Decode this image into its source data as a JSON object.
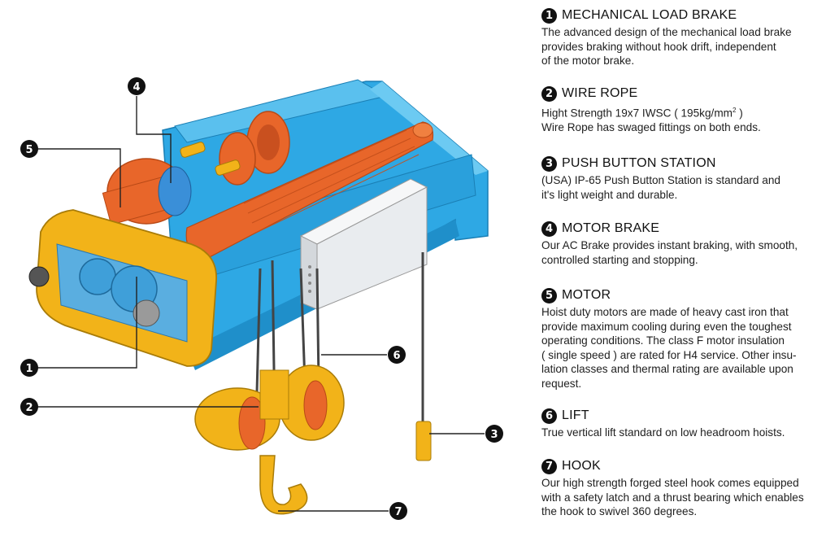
{
  "features": [
    {
      "number": "1",
      "title": "MECHANICAL LOAD BRAKE",
      "description": "The advanced design of the mechanical load brake\nprovides braking without hook drift, independent\nof the motor brake."
    },
    {
      "number": "2",
      "title": "WIRE ROPE",
      "description_before_sup": "Hight Strength 19x7  IWSC ( 195kg/mm",
      "description_sup": "2",
      "description_after_sup": " )\nWire Rope has swaged fittings on both ends."
    },
    {
      "number": "3",
      "title": "PUSH BUTTON STATION",
      "description": "(USA) IP-65 Push Button Station is standard and\nit's light weight and durable."
    },
    {
      "number": "4",
      "title": "MOTOR BRAKE",
      "description": "Our AC Brake provides instant braking, with smooth,\ncontrolled starting and stopping."
    },
    {
      "number": "5",
      "title": "MOTOR",
      "description": "Hoist duty motors are made of heavy cast iron that\nprovide maximum cooling during even the toughest\noperating conditions. The class F motor insulation\n( single speed ) are rated for H4 service. Other insu-\nlation classes and thermal rating are available upon\nrequest."
    },
    {
      "number": "6",
      "title": "LIFT",
      "description": "True vertical lift standard on low headroom hoists."
    },
    {
      "number": "7",
      "title": "HOOK",
      "description": "Our high strength forged steel hook comes equipped\nwith a safety latch and a thrust bearing which enables\nthe hook to swivel 360 degrees."
    }
  ],
  "callouts": [
    "1",
    "2",
    "3",
    "4",
    "5",
    "6",
    "7"
  ],
  "colors": {
    "frame_blue": "#2ea8e4",
    "drum_orange": "#e8662a",
    "gear_yellow": "#f2b319",
    "box_gray": "#e9ecef"
  }
}
